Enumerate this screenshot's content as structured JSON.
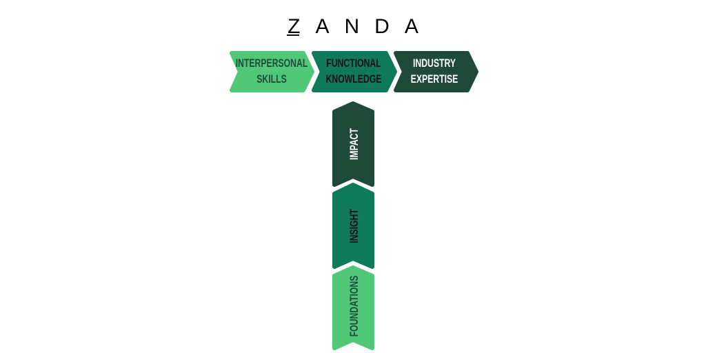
{
  "logo": {
    "text": "ZANDA"
  },
  "colors": {
    "light": "#50C878",
    "medium": "#0F7A5A",
    "dark": "#1F4A3A",
    "text_dark": "#1F4A3A",
    "text_black": "#111111",
    "text_white": "#FFFFFF"
  },
  "horizontal": [
    {
      "line1": "INTERPERSONAL",
      "line2": "SKILLS"
    },
    {
      "line1": "FUNCTIONAL",
      "line2": "KNOWLEDGE"
    },
    {
      "line1": "INDUSTRY",
      "line2": "EXPERTISE"
    }
  ],
  "vertical": [
    {
      "label": "IMPACT"
    },
    {
      "label": "INSIGHT"
    },
    {
      "label": "FOUNDATIONS"
    }
  ]
}
